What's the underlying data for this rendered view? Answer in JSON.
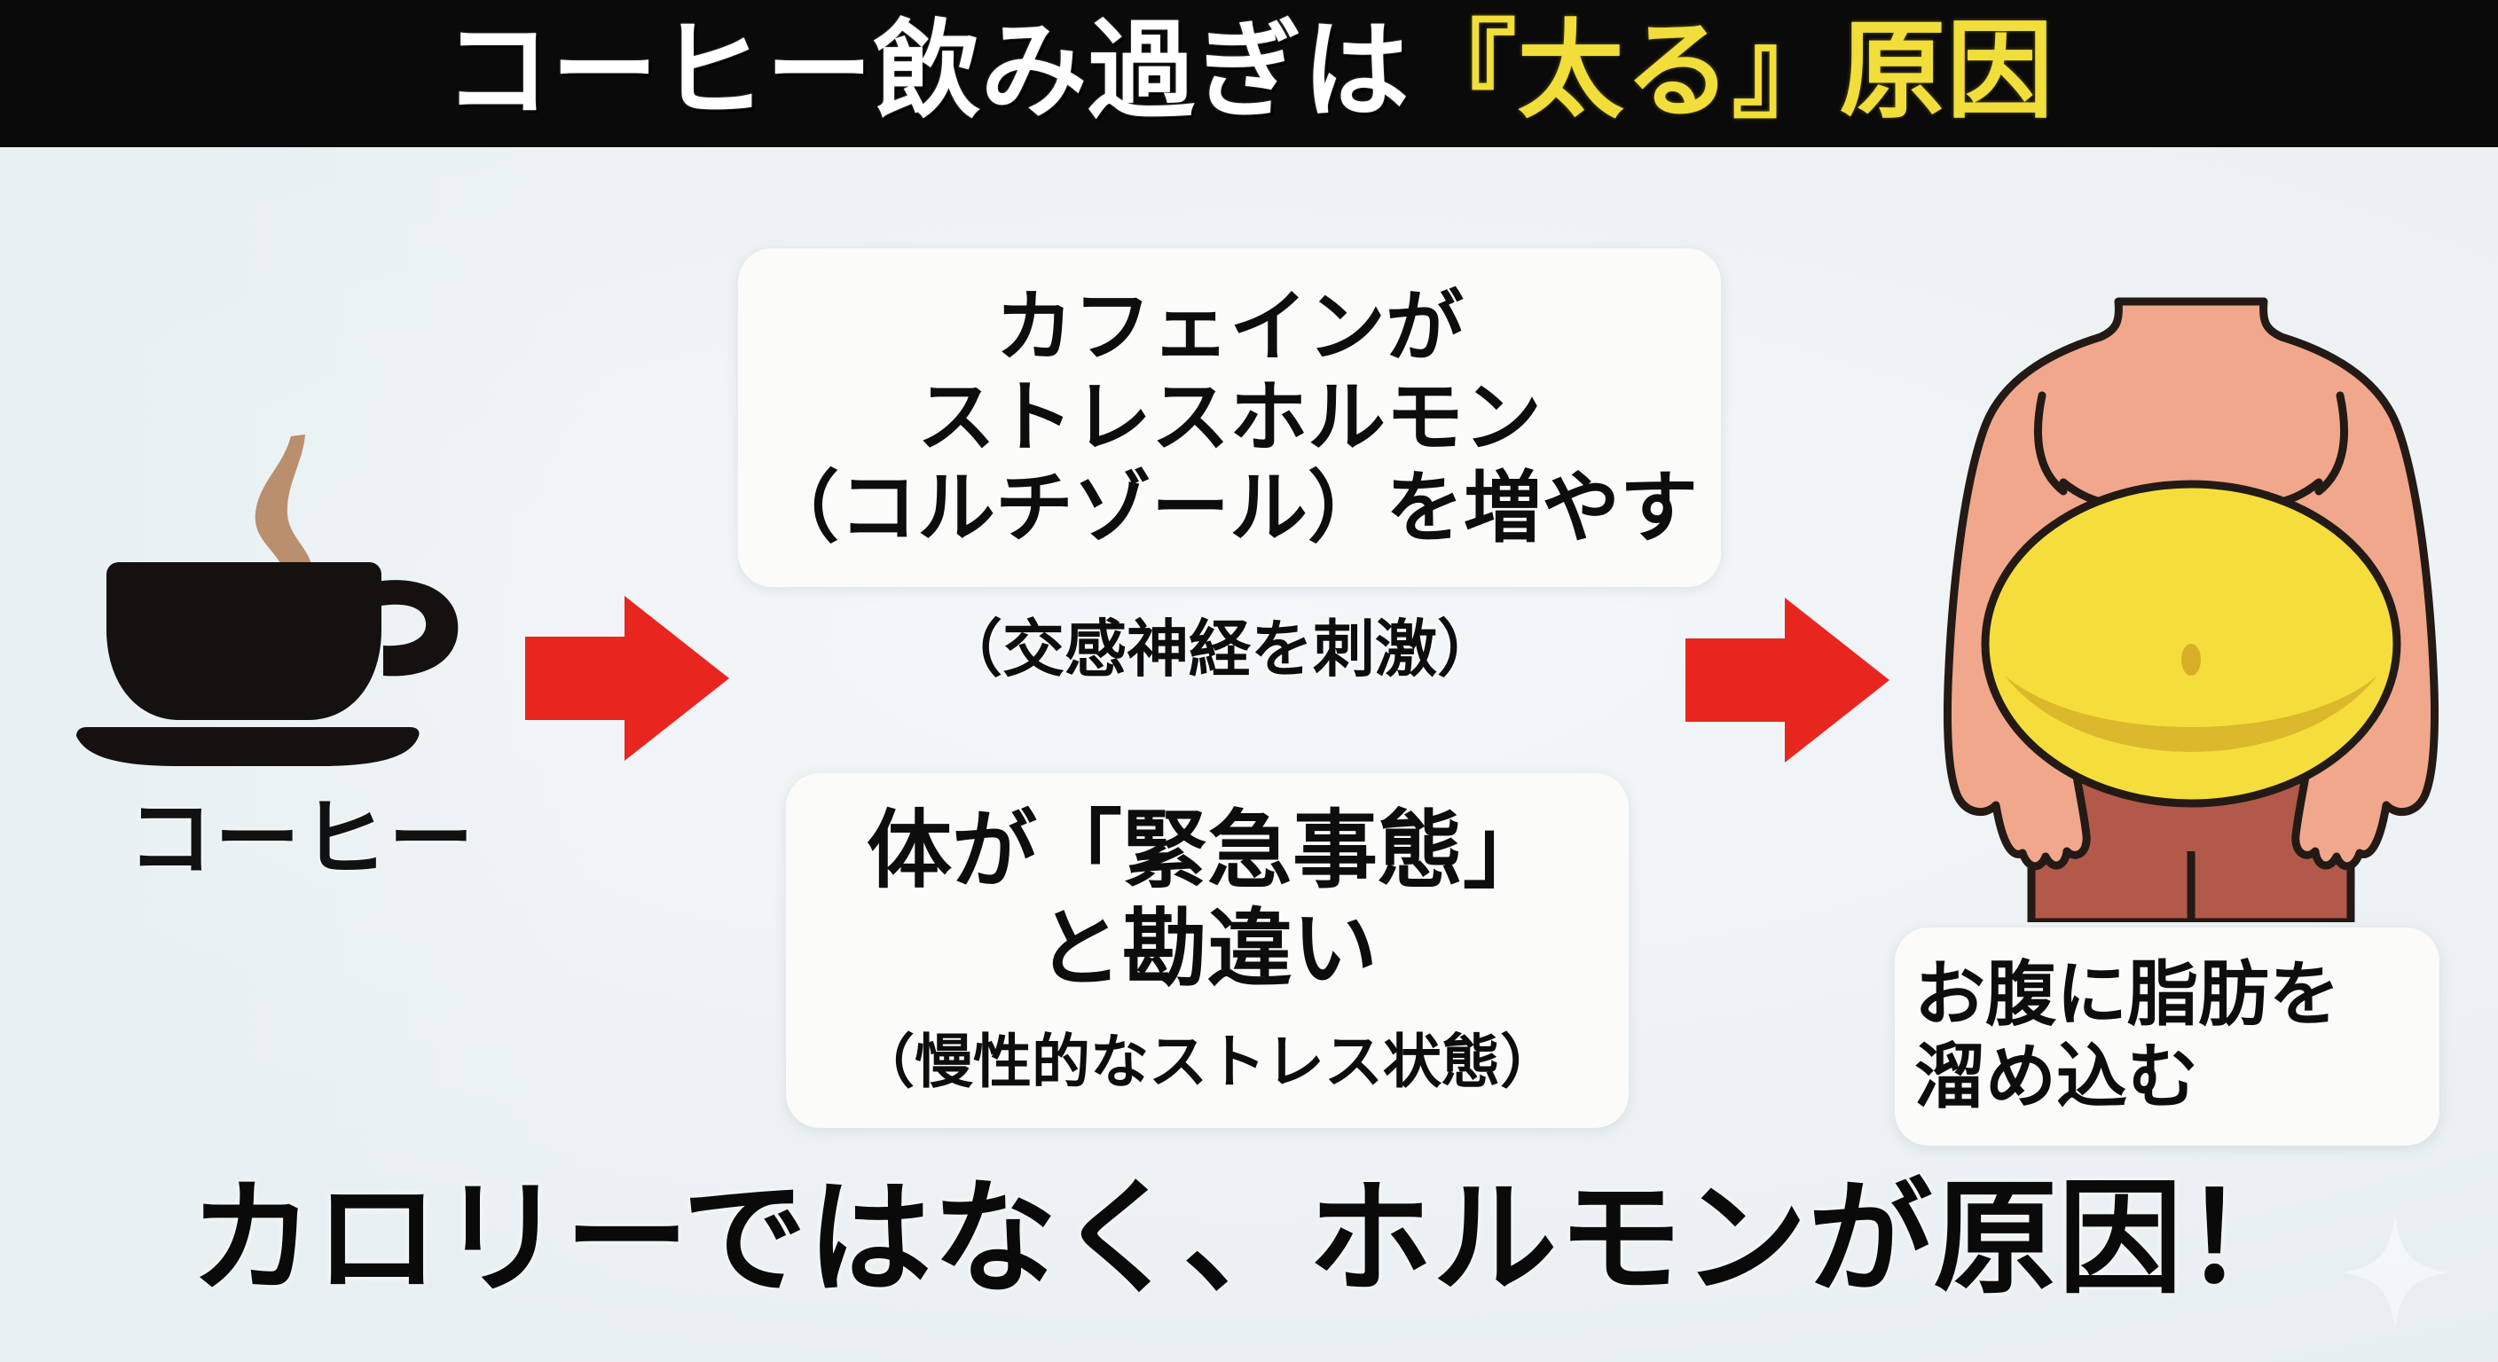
{
  "title": {
    "full": "コーヒー飲み過ぎは『太る』原因",
    "plain_1": "コーヒー飲み過ぎは",
    "highlight": "『太る』原因",
    "text_color": "#ffffff",
    "highlight_color": "#f2de3a",
    "bar_color": "#0a0a0a"
  },
  "coffee": {
    "label": "コーヒー",
    "icon": "coffee-cup-icon",
    "cup_color": "#141110",
    "steam_color": "#b98f6d"
  },
  "arrows": {
    "color": "#e8261f",
    "first": "arrow-right-icon",
    "second": "arrow-right-icon"
  },
  "cards": {
    "cortisol": {
      "lines": [
        "カフェインが",
        "ストレスホルモン",
        "（コルチゾール）を増やす"
      ],
      "caption": "（交感神経を刺激）"
    },
    "emergency": {
      "lines": [
        "体が「緊急事態」",
        "と勘違い"
      ],
      "caption": "（慢性的なストレス状態）"
    },
    "belly_fat": {
      "lines": [
        "お腹に脂肪を",
        "溜め込む"
      ]
    }
  },
  "figure": {
    "name": "obese-torso-illustration",
    "skin_color": "#f1a78c",
    "belly_color": "#f5de3c",
    "shorts_color": "#b2594a",
    "outline_color": "#231a16"
  },
  "bottom_caption": {
    "text": "カロリーではなく、ホルモンが原因！"
  },
  "background": {
    "page_color": "#eef2f5",
    "card_color": "#fbfbfa"
  },
  "watermark": {
    "name": "sparkle-diamond-watermark"
  }
}
